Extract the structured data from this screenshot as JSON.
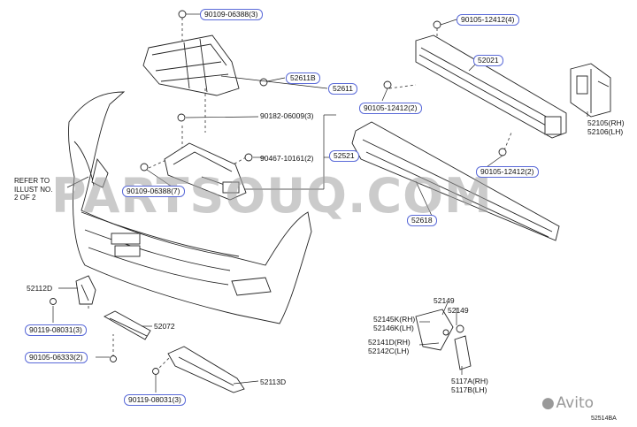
{
  "watermark": "PARTSOUQ.COM",
  "brand_watermark": "Avito",
  "figure_id": "52514BA",
  "refer_note": "REFER TO\nILLUST NO.\n2 OF 2",
  "labels": {
    "p90109_06388_3": "90109-06388(3)",
    "p90105_12412_4": "90105-12412(4)",
    "p52611B": "52611B",
    "p52611": "52611",
    "p52021": "52021",
    "p90105_12412_2a": "90105-12412(2)",
    "p52105": "52105(RH)",
    "p52106": "52106(LH)",
    "p90182_06009_3": "90182-06009(3)",
    "p90467_10161_2": "90467-10161(2)",
    "p52521": "52521",
    "p90105_12412_2b": "90105-12412(2)",
    "p90109_06388_7": "90109-06388(7)",
    "p52618": "52618",
    "p52112D": "52112D",
    "p90119_08031_3a": "90119-08031(3)",
    "p52072": "52072",
    "p90105_06333_2": "90105-06333(2)",
    "p52113D": "52113D",
    "p90119_08031_3b": "90119-08031(3)",
    "p52149a": "52149",
    "p52149b": "52149",
    "p52145K": "52145K(RH)",
    "p52146K": "52146K(LH)",
    "p52141D": "52141D(RH)",
    "p52142C": "52142C(LH)",
    "p5117A": "5117A(RH)",
    "p5117B": "5117B(LH)"
  }
}
